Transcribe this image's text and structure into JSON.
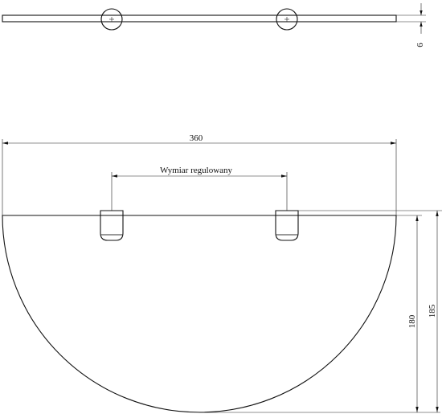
{
  "drawing": {
    "dimensions": {
      "thickness": "6",
      "width": "360",
      "adjustable_span": "Wymiar regulowany",
      "depth_glass": "180",
      "depth_total": "185"
    },
    "colors": {
      "line": "#111111",
      "background": "#ffffff"
    }
  }
}
